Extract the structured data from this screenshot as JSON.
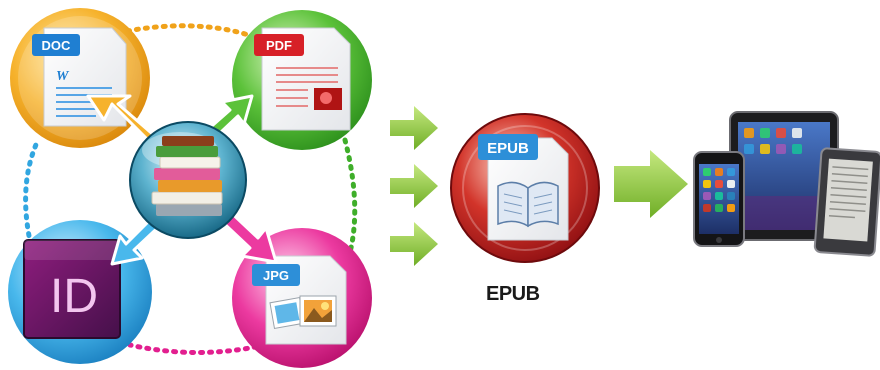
{
  "formats": {
    "doc": {
      "label": "DOC",
      "glyph": "W",
      "color": "#f0a21a"
    },
    "pdf": {
      "label": "PDF",
      "color": "#3fae2a"
    },
    "indesign": {
      "label": "ID",
      "color": "#31a6e0"
    },
    "jpg": {
      "label": "JPG",
      "color": "#e21f8f"
    }
  },
  "output": {
    "label": "EPUB",
    "caption": "EPUB",
    "color": "#b3171b"
  },
  "colors": {
    "arrow_green": "#8dc63f",
    "hub": "#1f8fb5"
  },
  "icons": {
    "hub": "book-stack-icon",
    "devices": "tablet-phone-ereader-icon",
    "arrow": "right-arrow-icon"
  }
}
